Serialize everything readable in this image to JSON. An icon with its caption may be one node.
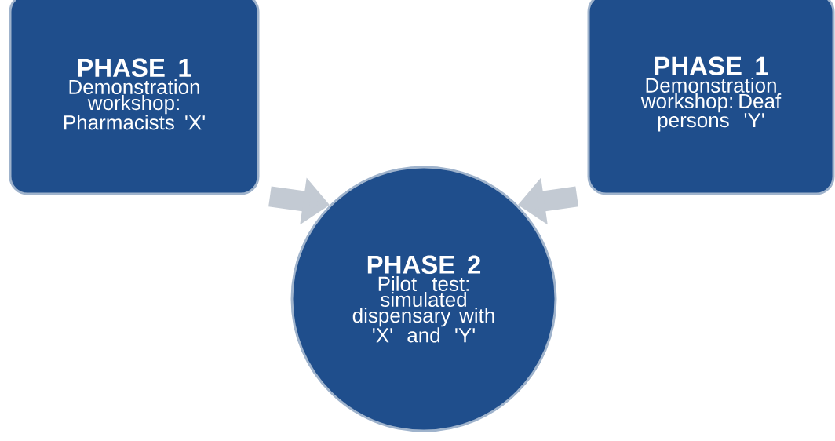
{
  "diagram": {
    "nodes": [
      {
        "text": [
          "PHASE 1",
          "Demonstration workshop: Pharmacists 'X'"
        ]
      },
      {
        "text": [
          "PHASE 1",
          "Demonstration workshop: Deaf persons 'Y'"
        ]
      },
      {
        "text": [
          "PHASE 2",
          "Pilot test: simulated dispensary with 'X' and 'Y'"
        ]
      }
    ],
    "edges": [
      {
        "from": 0,
        "to": 2,
        "arrow": "to"
      },
      {
        "from": 1,
        "to": 2,
        "arrow": "to"
      }
    ]
  }
}
